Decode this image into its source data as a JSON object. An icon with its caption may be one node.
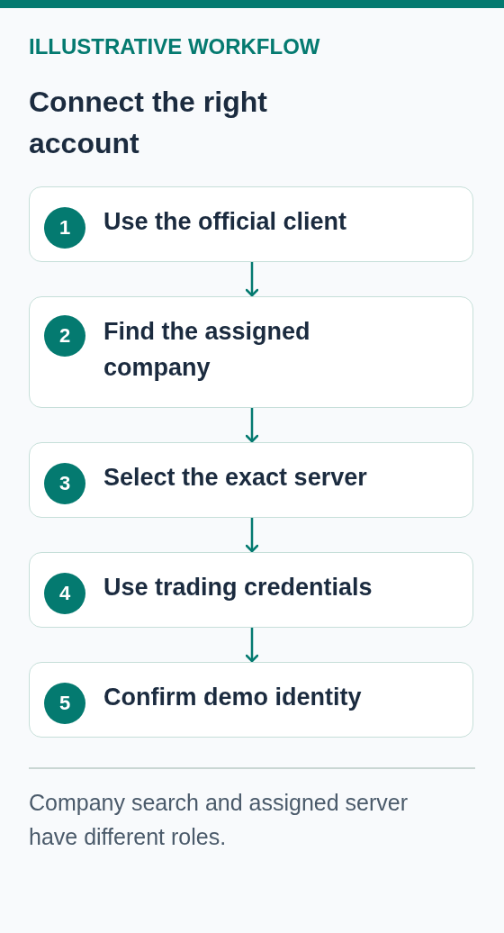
{
  "diagram": {
    "title": "Connect the right account",
    "caption": "Company search and assigned server have different roles.",
    "nodes": [
      {
        "text": [
          "Use the official client"
        ]
      },
      {
        "text": [
          "1"
        ],
        "in": 0
      },
      {
        "text": [
          "Find the assigned company"
        ]
      },
      {
        "text": [
          "2"
        ],
        "in": 2
      },
      {
        "text": [
          "Select the exact server"
        ]
      },
      {
        "text": [
          "3"
        ],
        "in": 4
      },
      {
        "text": [
          "Use trading credentials"
        ]
      },
      {
        "text": [
          "4"
        ],
        "in": 6
      },
      {
        "text": [
          "Confirm demo identity"
        ]
      },
      {
        "text": [
          "5"
        ],
        "in": 8
      }
    ],
    "edges": [
      {
        "from": 0,
        "to": 2,
        "arrow": "to"
      },
      {
        "from": 2,
        "to": 4,
        "arrow": "to"
      },
      {
        "from": 4,
        "to": 6,
        "arrow": "to"
      },
      {
        "from": 6,
        "to": 8,
        "arrow": "to"
      }
    ],
    "labels": [
      "ILLUSTRATIVE WORKFLOW"
    ]
  }
}
